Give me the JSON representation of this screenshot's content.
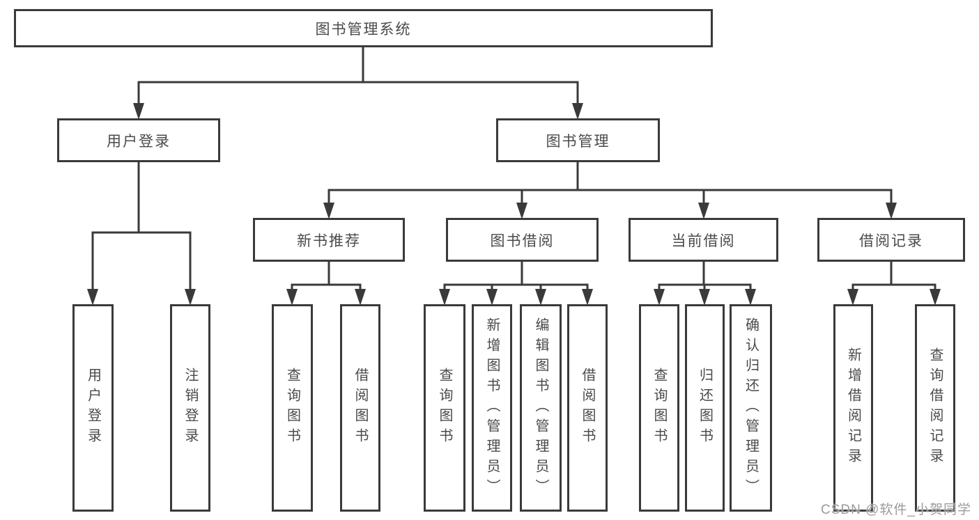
{
  "diagram": {
    "title": "图书管理系统",
    "watermark": "CSDN @软件_小贺同学",
    "colors": {
      "line": "#3a3a3a",
      "box_border": "#3a3a3a",
      "box_fill": "#ffffff",
      "text": "#4a4a4a",
      "watermark": "#9b9b9b",
      "background": "#ffffff"
    },
    "nodes": {
      "root": {
        "label": "图书管理系统"
      },
      "user_login": {
        "label": "用户登录"
      },
      "book_mgmt": {
        "label": "图书管理"
      },
      "login_user": {
        "label": "用户登录"
      },
      "login_logout": {
        "label": "注销登录"
      },
      "new_rec": {
        "label": "新书推荐"
      },
      "book_borrow": {
        "label": "图书借阅"
      },
      "cur_borrow": {
        "label": "当前借阅"
      },
      "borrow_records": {
        "label": "借阅记录"
      },
      "rec_query": {
        "label": "查询图书"
      },
      "rec_borrow": {
        "label": "借阅图书"
      },
      "bb_query": {
        "label": "查询图书"
      },
      "bb_add": {
        "label": "新增图书（管理员）"
      },
      "bb_edit": {
        "label": "编辑图书（管理员）"
      },
      "bb_borrow": {
        "label": "借阅图书"
      },
      "cb_query": {
        "label": "查询图书"
      },
      "cb_return": {
        "label": "归还图书"
      },
      "cb_confirm": {
        "label": "确认归还（管理员）"
      },
      "br_add": {
        "label": "新增借阅记录"
      },
      "br_query": {
        "label": "查询借阅记录"
      }
    }
  }
}
